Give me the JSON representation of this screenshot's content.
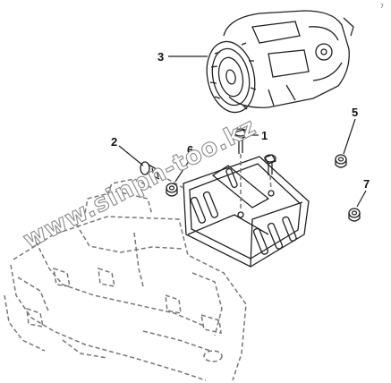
{
  "corner_mark": "7",
  "watermark": "www.sinpn-too.kz",
  "callouts": {
    "c1": "1",
    "c2": "2",
    "c3": "3",
    "c5": "5",
    "c6": "6",
    "c7": "7"
  },
  "colors": {
    "line": "#222222",
    "hidden_line": "#777777",
    "watermark_stroke": "#8a8a8a",
    "background": "#ffffff"
  }
}
